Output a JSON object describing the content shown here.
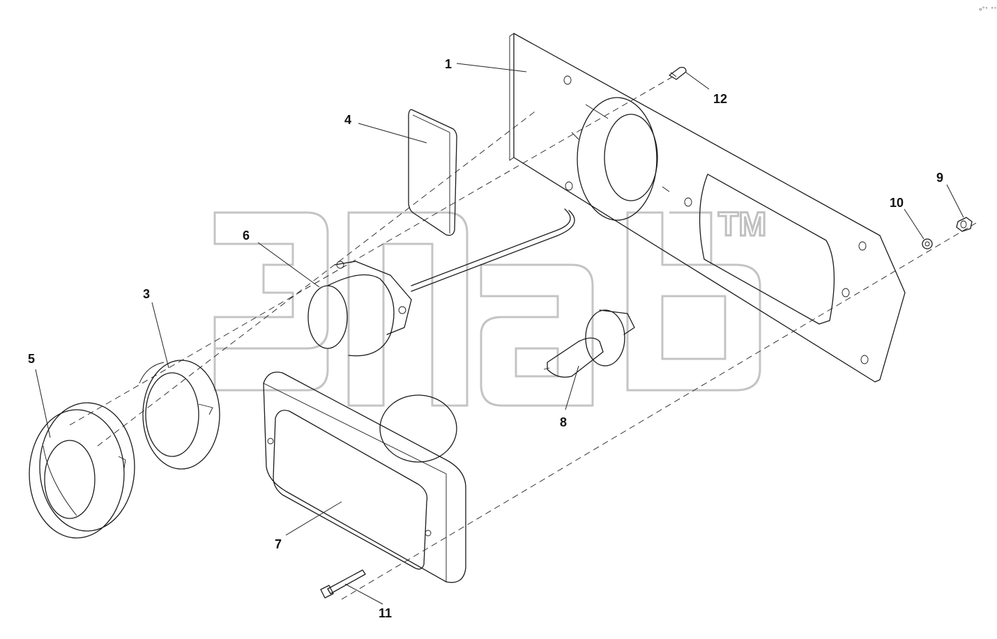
{
  "diagram": {
    "trademark": "TM",
    "corner_mark": "ⴰ°⁰ ⁸⁰⁰",
    "callouts": [
      {
        "id": "1",
        "label": "1",
        "part": "mounting-panel"
      },
      {
        "id": "3",
        "label": "3",
        "part": "bulb-retainer-ring"
      },
      {
        "id": "4",
        "label": "4",
        "part": "rectangular-pad"
      },
      {
        "id": "5",
        "label": "5",
        "part": "trim-ring"
      },
      {
        "id": "6",
        "label": "6",
        "part": "lamp-socket"
      },
      {
        "id": "7",
        "label": "7",
        "part": "headlamp-unit"
      },
      {
        "id": "8",
        "label": "8",
        "part": "halogen-bulb"
      },
      {
        "id": "9",
        "label": "9",
        "part": "nut"
      },
      {
        "id": "10",
        "label": "10",
        "part": "washer"
      },
      {
        "id": "11",
        "label": "11",
        "part": "bolt"
      },
      {
        "id": "12",
        "label": "12",
        "part": "screw"
      }
    ]
  }
}
